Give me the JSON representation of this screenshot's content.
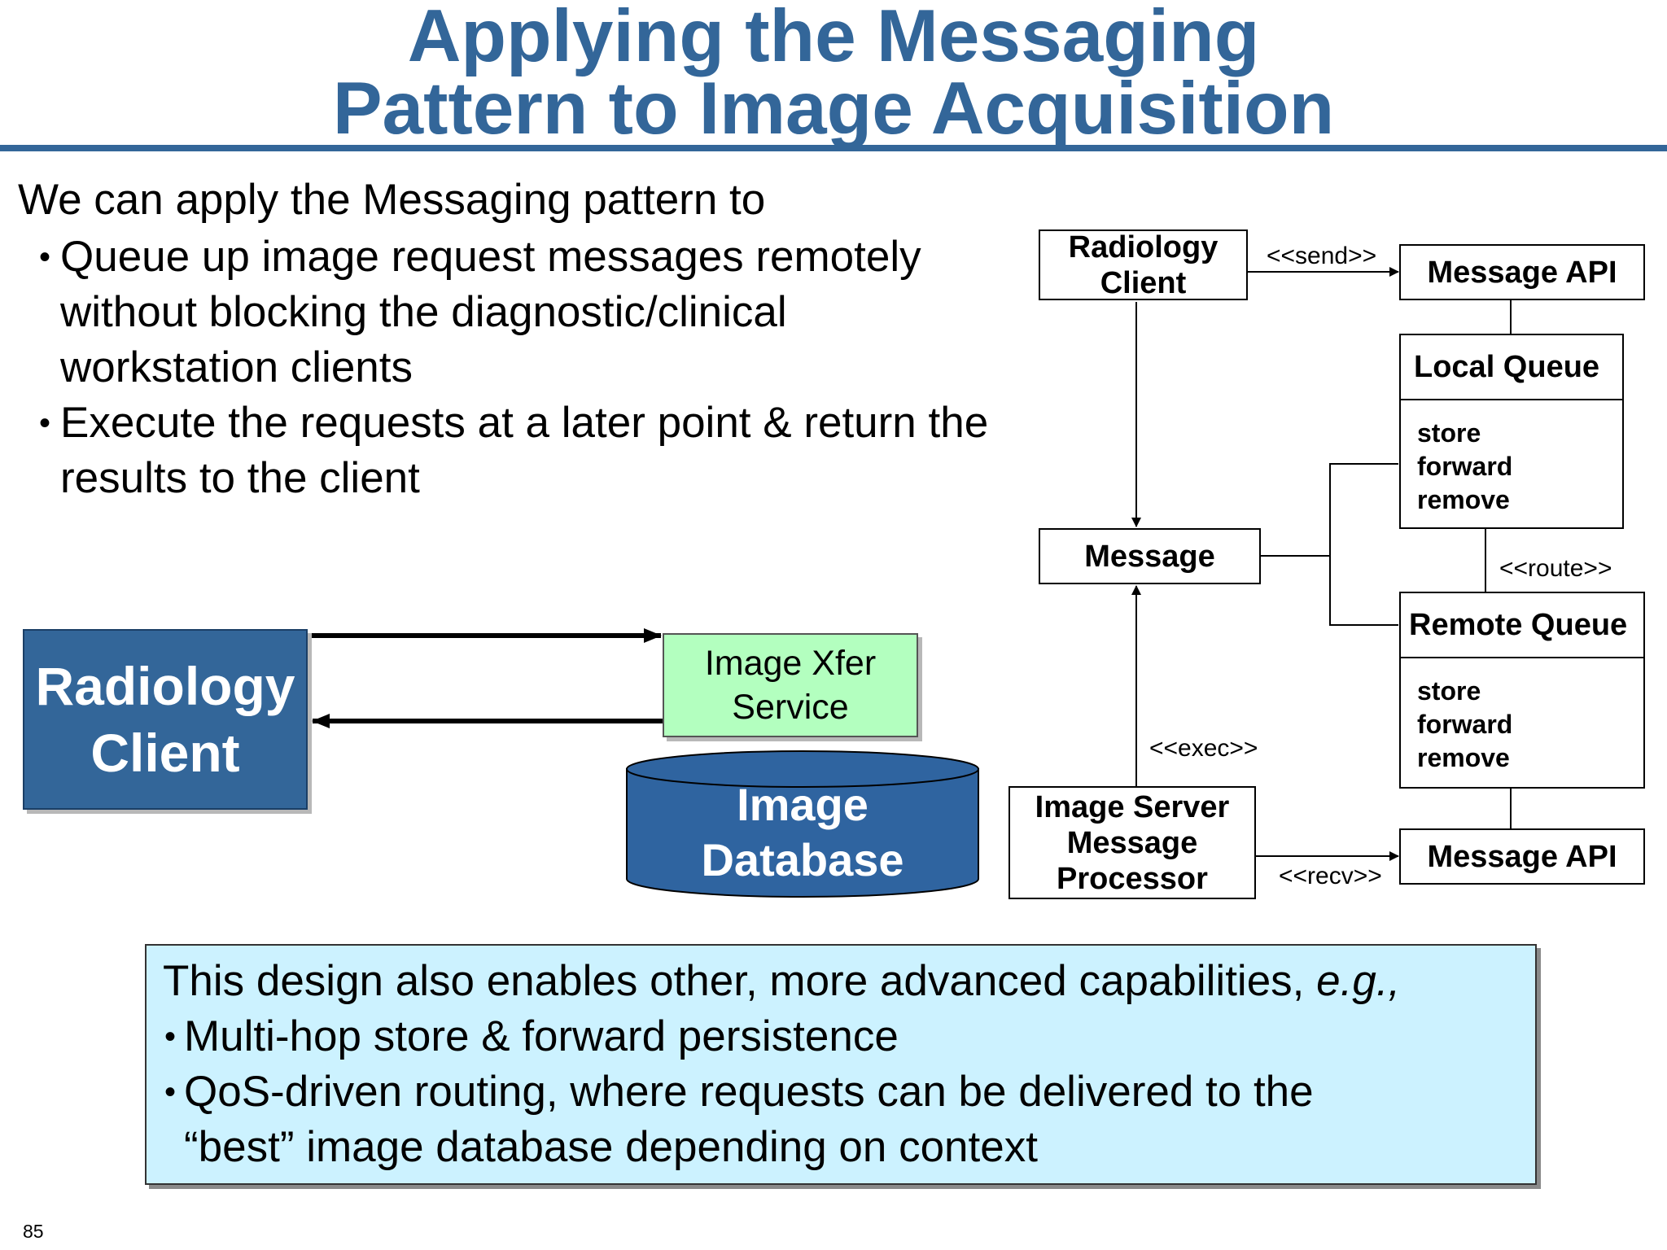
{
  "title": {
    "line1": "Applying the Messaging",
    "line2": "Pattern to Image Acquisition"
  },
  "intro": {
    "lead": "We can apply the Messaging pattern to",
    "bullet_symbol": "•",
    "bullets": [
      {
        "line1": "Queue up image request messages remotely",
        "line2": "without blocking the diagnostic/clinical",
        "line3": "workstation clients"
      },
      {
        "line1": "Execute the requests at a later point & return the",
        "line2": "results to the client"
      }
    ]
  },
  "left_diagram": {
    "client": {
      "line1": "Radiology",
      "line2": "Client"
    },
    "xfer_service": {
      "line1": "Image Xfer",
      "line2": "Service"
    },
    "database": {
      "line1": "Image",
      "line2": "Database"
    },
    "colors": {
      "client_fill": "#336699",
      "xfer_fill": "#b3ffbf",
      "db_fill": "#2f64a0"
    }
  },
  "right_diagram": {
    "radiology_client": {
      "line1": "Radiology",
      "line2": "Client"
    },
    "send_label": "<<send>>",
    "message_api_top": "Message API",
    "local_queue": {
      "title": "Local Queue",
      "ops": [
        "store",
        "forward",
        "remove"
      ]
    },
    "message": "Message",
    "route_label": "<<route>>",
    "remote_queue": {
      "title": "Remote Queue",
      "ops": [
        "store",
        "forward",
        "remove"
      ]
    },
    "exec_label": "<<exec>>",
    "image_server": {
      "line1": "Image Server",
      "line2": "Message",
      "line3": "Processor"
    },
    "recv_label": "<<recv>>",
    "message_api_bottom": "Message API"
  },
  "note": {
    "lead_text": "This design also enables other, more advanced capabilities, ",
    "lead_italic": "e.g.,",
    "bullet_symbol": "•",
    "bullet1": "Multi-hop store & forward persistence",
    "bullet2_line1": "QoS-driven routing, where requests can be delivered to the",
    "bullet2_line2": "“best” image database depending on context",
    "fill": "#ccf2ff"
  },
  "page_number": "85",
  "colors": {
    "title": "#336699",
    "rule": "#336699"
  }
}
